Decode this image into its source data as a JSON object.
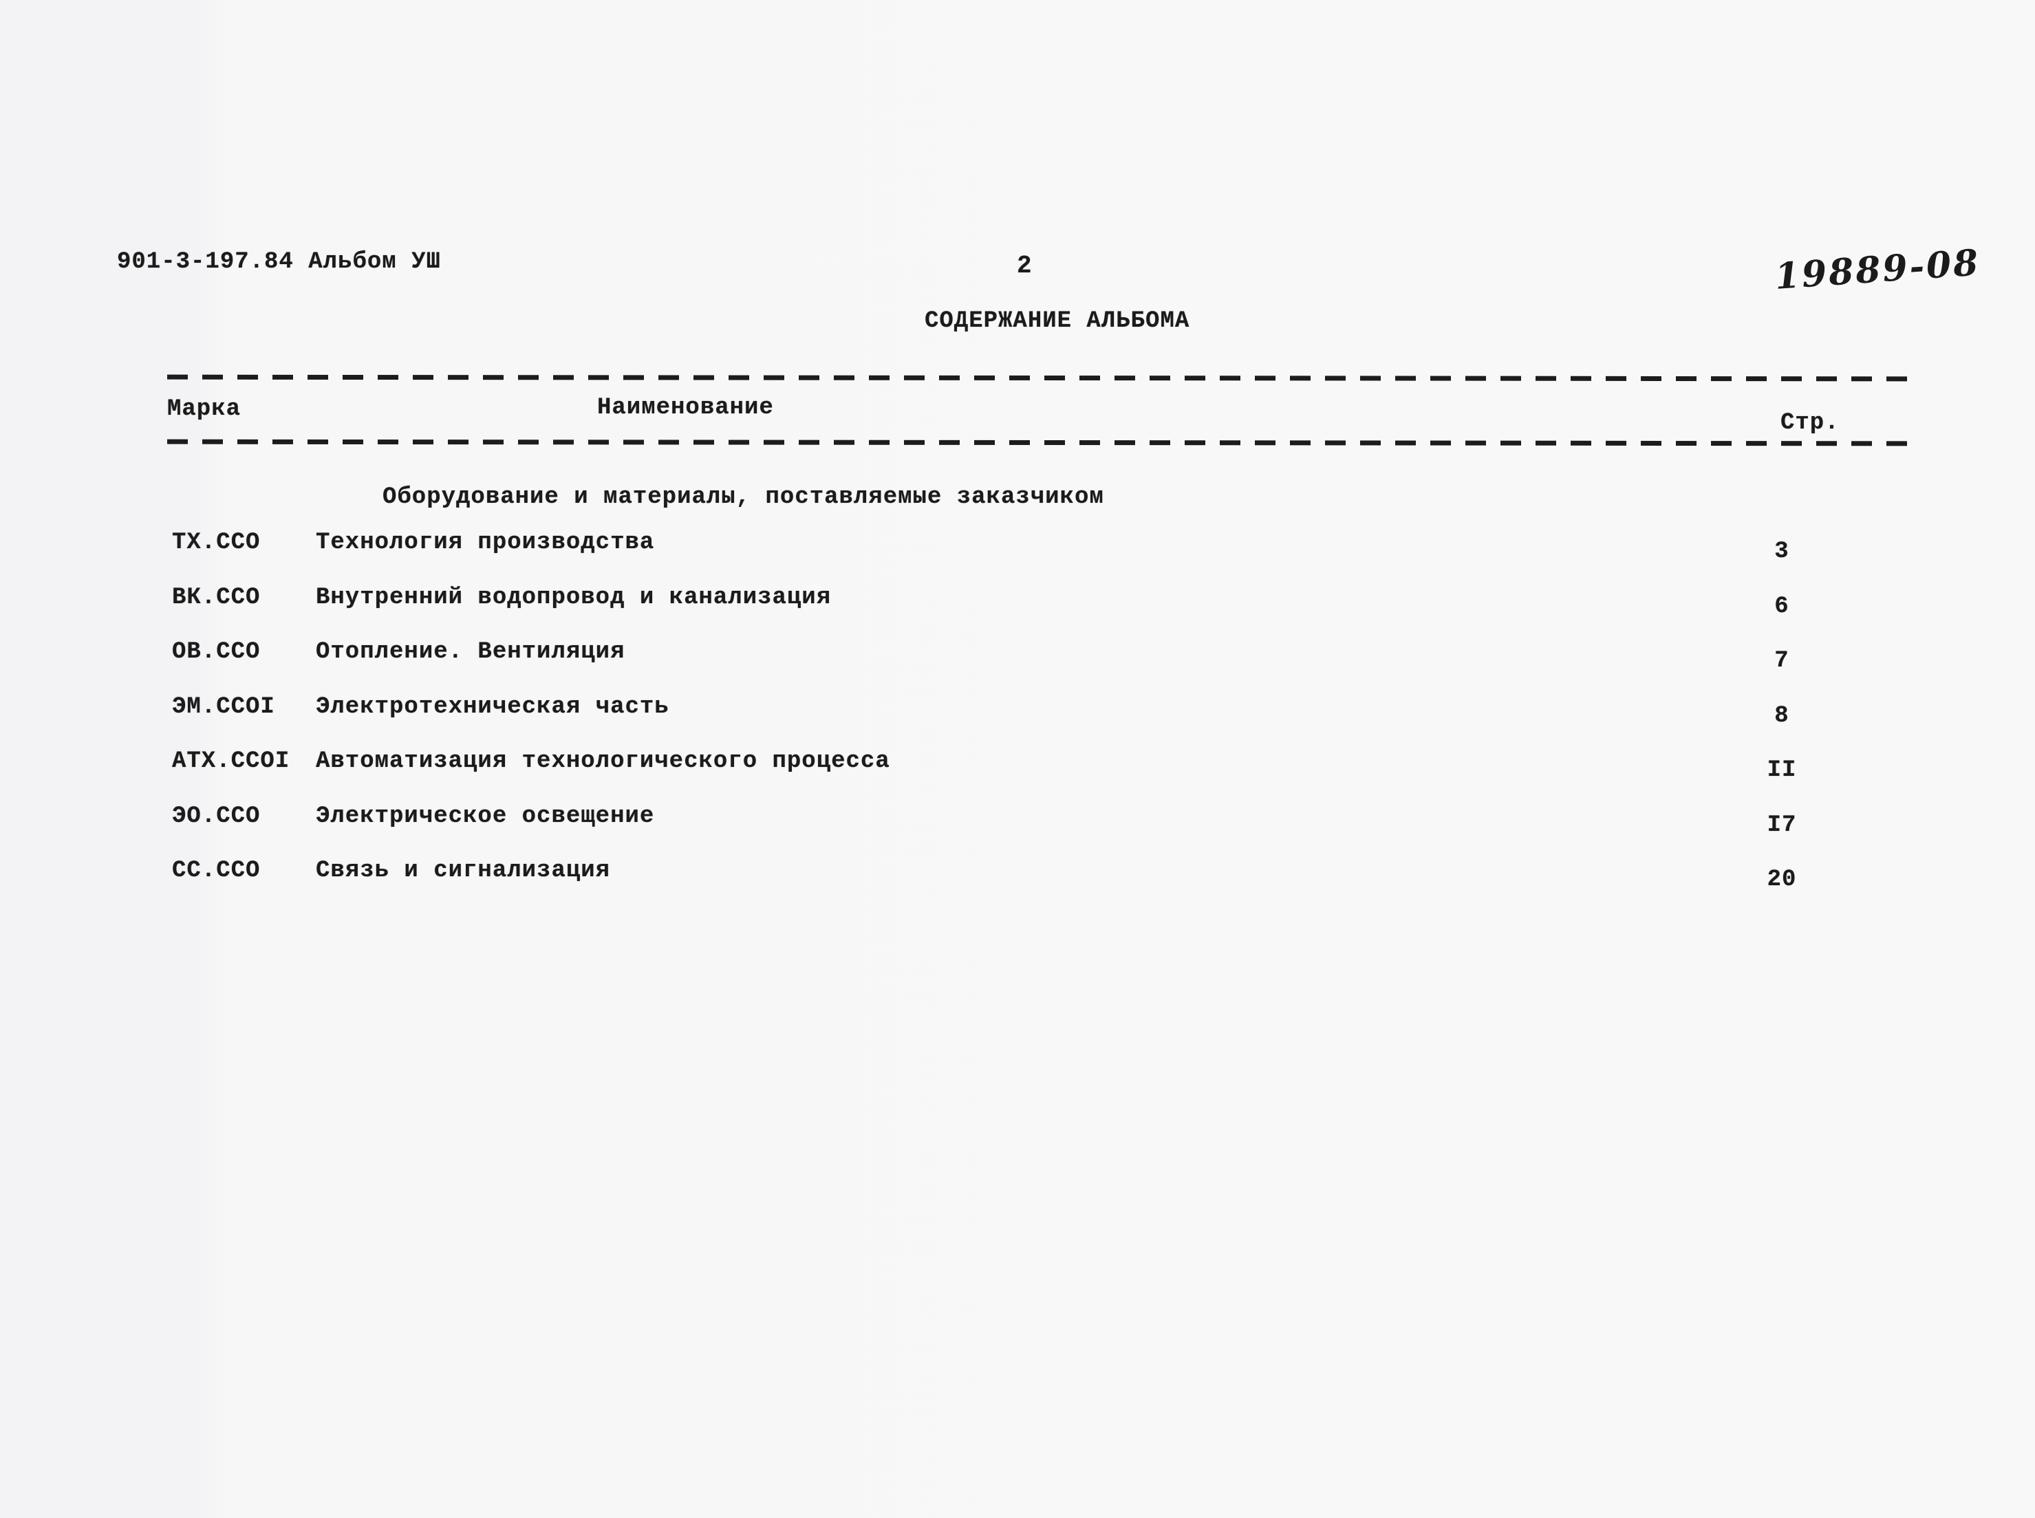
{
  "document": {
    "doc_code": "901-3-197.84 Альбом УШ",
    "sheet_number": "2",
    "handwritten_stamp": "19889-08",
    "title": "СОДЕРЖАНИЕ АЛЬБОМА",
    "ink_color": "#1b1b1b",
    "paper_color": "#f6f6f7"
  },
  "table": {
    "columns": {
      "mark": "Марка",
      "name": "Наименование",
      "page": "Стр."
    },
    "section_heading": "Оборудование и материалы, поставляемые заказчиком",
    "rows": [
      {
        "mark": "ТХ.ССО",
        "name": "Технология производства",
        "page": "3"
      },
      {
        "mark": "ВК.ССО",
        "name": "Внутренний водопровод и канализация",
        "page": "6"
      },
      {
        "mark": "ОВ.ССО",
        "name": "Отопление. Вентиляция",
        "page": "7"
      },
      {
        "mark": "ЭМ.ССОI",
        "name": "Электротехническая часть",
        "page": "8"
      },
      {
        "mark": "АТХ.ССОI",
        "name": "Автоматизация технологического процесса",
        "page": "II"
      },
      {
        "mark": "ЭО.ССО",
        "name": "Электрическое освещение",
        "page": "I7"
      },
      {
        "mark": "СС.ССО",
        "name": "Связь и сигнализация",
        "page": "20"
      }
    ]
  }
}
